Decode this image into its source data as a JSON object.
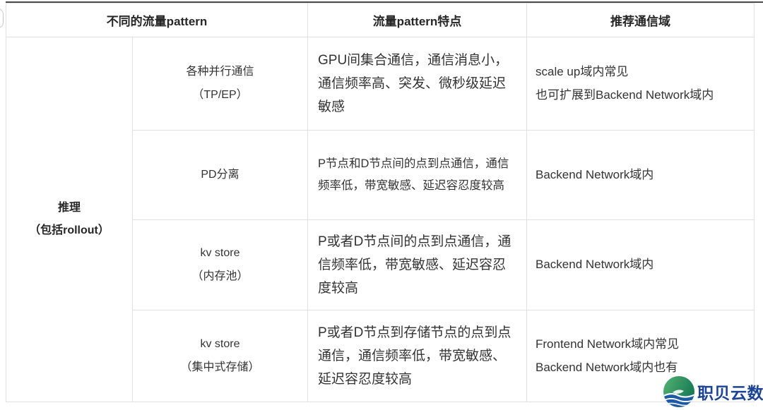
{
  "table": {
    "headers": [
      {
        "label": "不同的流量pattern"
      },
      {
        "label": "流量pattern特点"
      },
      {
        "label": "推荐通信域"
      }
    ],
    "group_label": [
      "推理",
      "（包括rollout）"
    ],
    "rows": [
      {
        "pattern": [
          "各种并行通信",
          "（TP/EP）"
        ],
        "traits": "GPU间集合通信，通信消息小，通信频率高、突发、微秒级延迟敏感",
        "domain": [
          "scale up域内常见",
          "也可扩展到Backend Network域内"
        ]
      },
      {
        "pattern": [
          "PD分离"
        ],
        "traits": "P节点和D节点间的点到点通信，通信频率低，带宽敏感、延迟容忍度较高",
        "domain": [
          "Backend Network域内"
        ]
      },
      {
        "pattern": [
          "kv store",
          "（内存池）"
        ],
        "traits": "P或者D节点间的点到点通信，通信频率低，带宽敏感、延迟容忍度较高",
        "domain": [
          "Backend Network域内"
        ]
      },
      {
        "pattern": [
          "kv store",
          "（集中式存储）"
        ],
        "traits": "P或者D节点到存储节点的点到点通信，通信频率低，带宽敏感、延迟容忍度较高",
        "domain": [
          "Frontend Network域内常见",
          "Backend Network域内也有"
        ]
      }
    ]
  },
  "brand": {
    "name": "职贝云数",
    "text_color": "#1c4396",
    "globe_green_light": "#4fae68",
    "globe_green_dark": "#1c7a52",
    "globe_blue": "#1d5aa6"
  }
}
